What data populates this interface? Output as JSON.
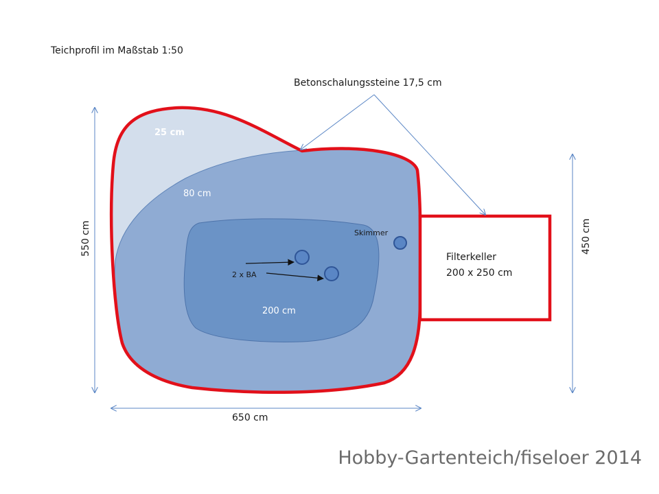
{
  "title": "Teichprofil im Maßstab 1:50",
  "callout": "Betonschalungssteine 17,5 cm",
  "zones": {
    "shallow": "25 cm",
    "middle": "80 cm",
    "deep": "200 cm"
  },
  "skimmer": "Skimmer",
  "bottom_drains": "2 x BA",
  "filter_cellar": {
    "name": "Filterkeller",
    "size": "200 x 250 cm"
  },
  "dimensions": {
    "height": "550 cm",
    "width": "650 cm",
    "cellar_height": "450 cm"
  },
  "watermark": "Hobby-Gartenteich/fiseloer 2014",
  "colors": {
    "outline": "#e2101a",
    "shallow": "#d3deec",
    "middle": "#8fabd3",
    "deep": "#6b93c6",
    "arrow": "#5a86c5"
  }
}
